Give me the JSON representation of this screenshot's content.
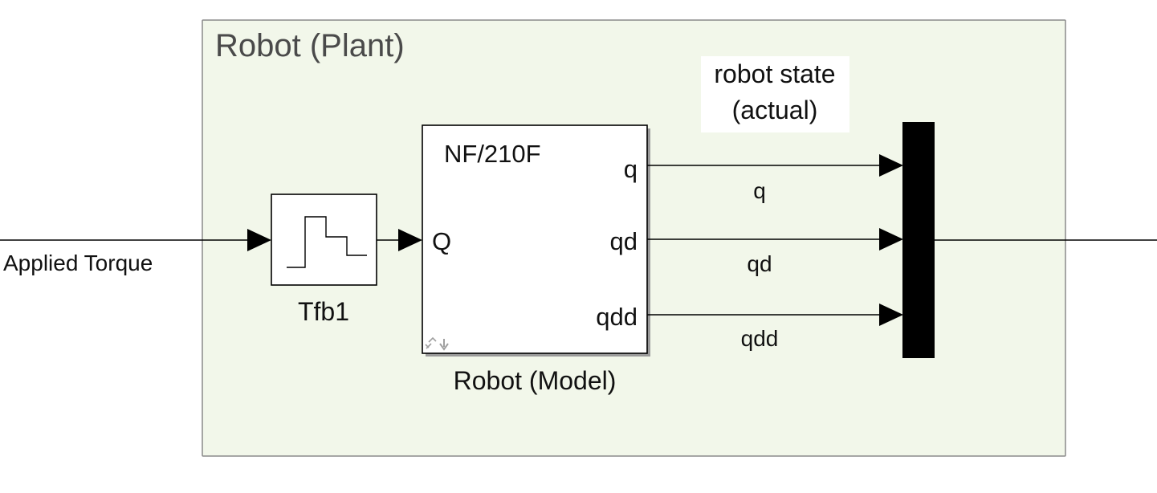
{
  "area": {
    "title": "Robot (Plant)",
    "background_color": "#f2f7ea",
    "border_color": "#8a8a8a"
  },
  "input_signal": {
    "label": "Applied Torque"
  },
  "tfb_block": {
    "name": "Tfb1",
    "icon": "staircase-step-icon"
  },
  "robot_block": {
    "name": "Robot (Model)",
    "model_label": "NF/210F",
    "input_port": "Q",
    "output_ports": [
      "q",
      "qd",
      "qdd"
    ],
    "badge_icon": "library-link-icon"
  },
  "signals": {
    "q": "q",
    "qd": "qd",
    "qdd": "qdd"
  },
  "mux_block": {
    "icon": "mux-bar",
    "color": "#000000"
  },
  "annotation": {
    "line1": "robot state",
    "line2": "(actual)"
  }
}
